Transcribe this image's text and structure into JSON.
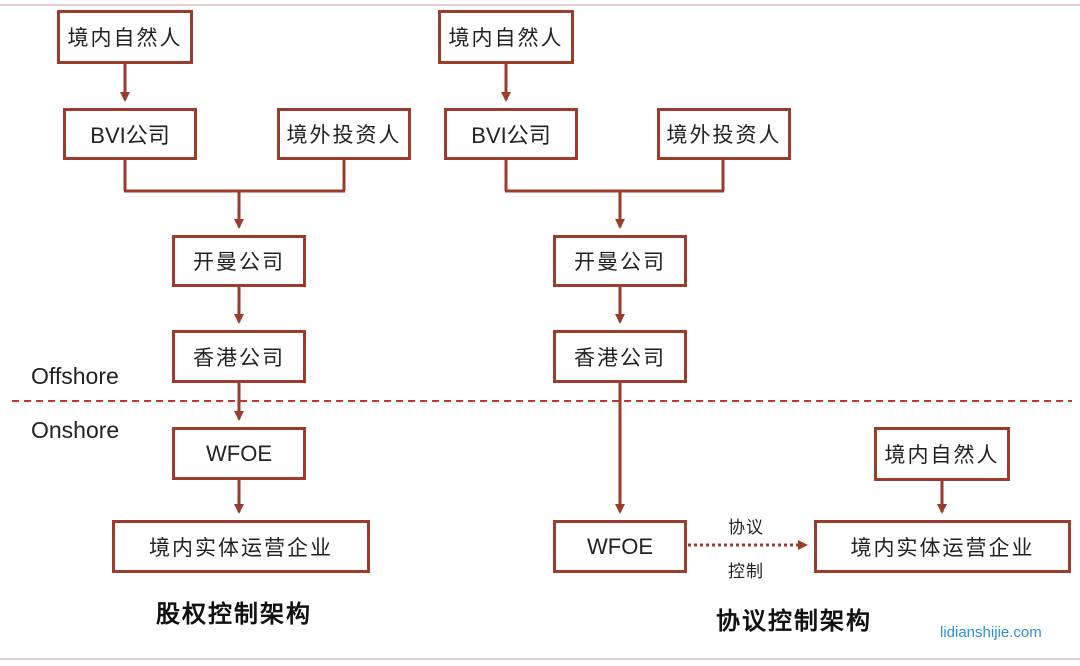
{
  "left_structure": {
    "title": "股权控制架构",
    "domestic_person": "境内自然人",
    "bvi_company": "BVI公司",
    "foreign_investor": "境外投资人",
    "cayman_company": "开曼公司",
    "hk_company": "香港公司",
    "wfoe": "WFOE",
    "operating_entity": "境内实体运营企业"
  },
  "right_structure": {
    "title": "协议控制架构",
    "domestic_person": "境内自然人",
    "bvi_company": "BVI公司",
    "foreign_investor": "境外投资人",
    "cayman_company": "开曼公司",
    "hk_company": "香港公司",
    "wfoe": "WFOE",
    "domestic_person_2": "境内自然人",
    "operating_entity": "境内实体运营企业",
    "agreement_label_top": "协议",
    "agreement_label_bottom": "控制"
  },
  "zones": {
    "offshore": "Offshore",
    "onshore": "Onshore"
  },
  "watermark": "lidianshijie.com",
  "colors": {
    "box_border": "#9b3b2c",
    "arrow": "#9b3b2c",
    "divider": "#c0392b",
    "watermark": "#2b8fd6"
  }
}
